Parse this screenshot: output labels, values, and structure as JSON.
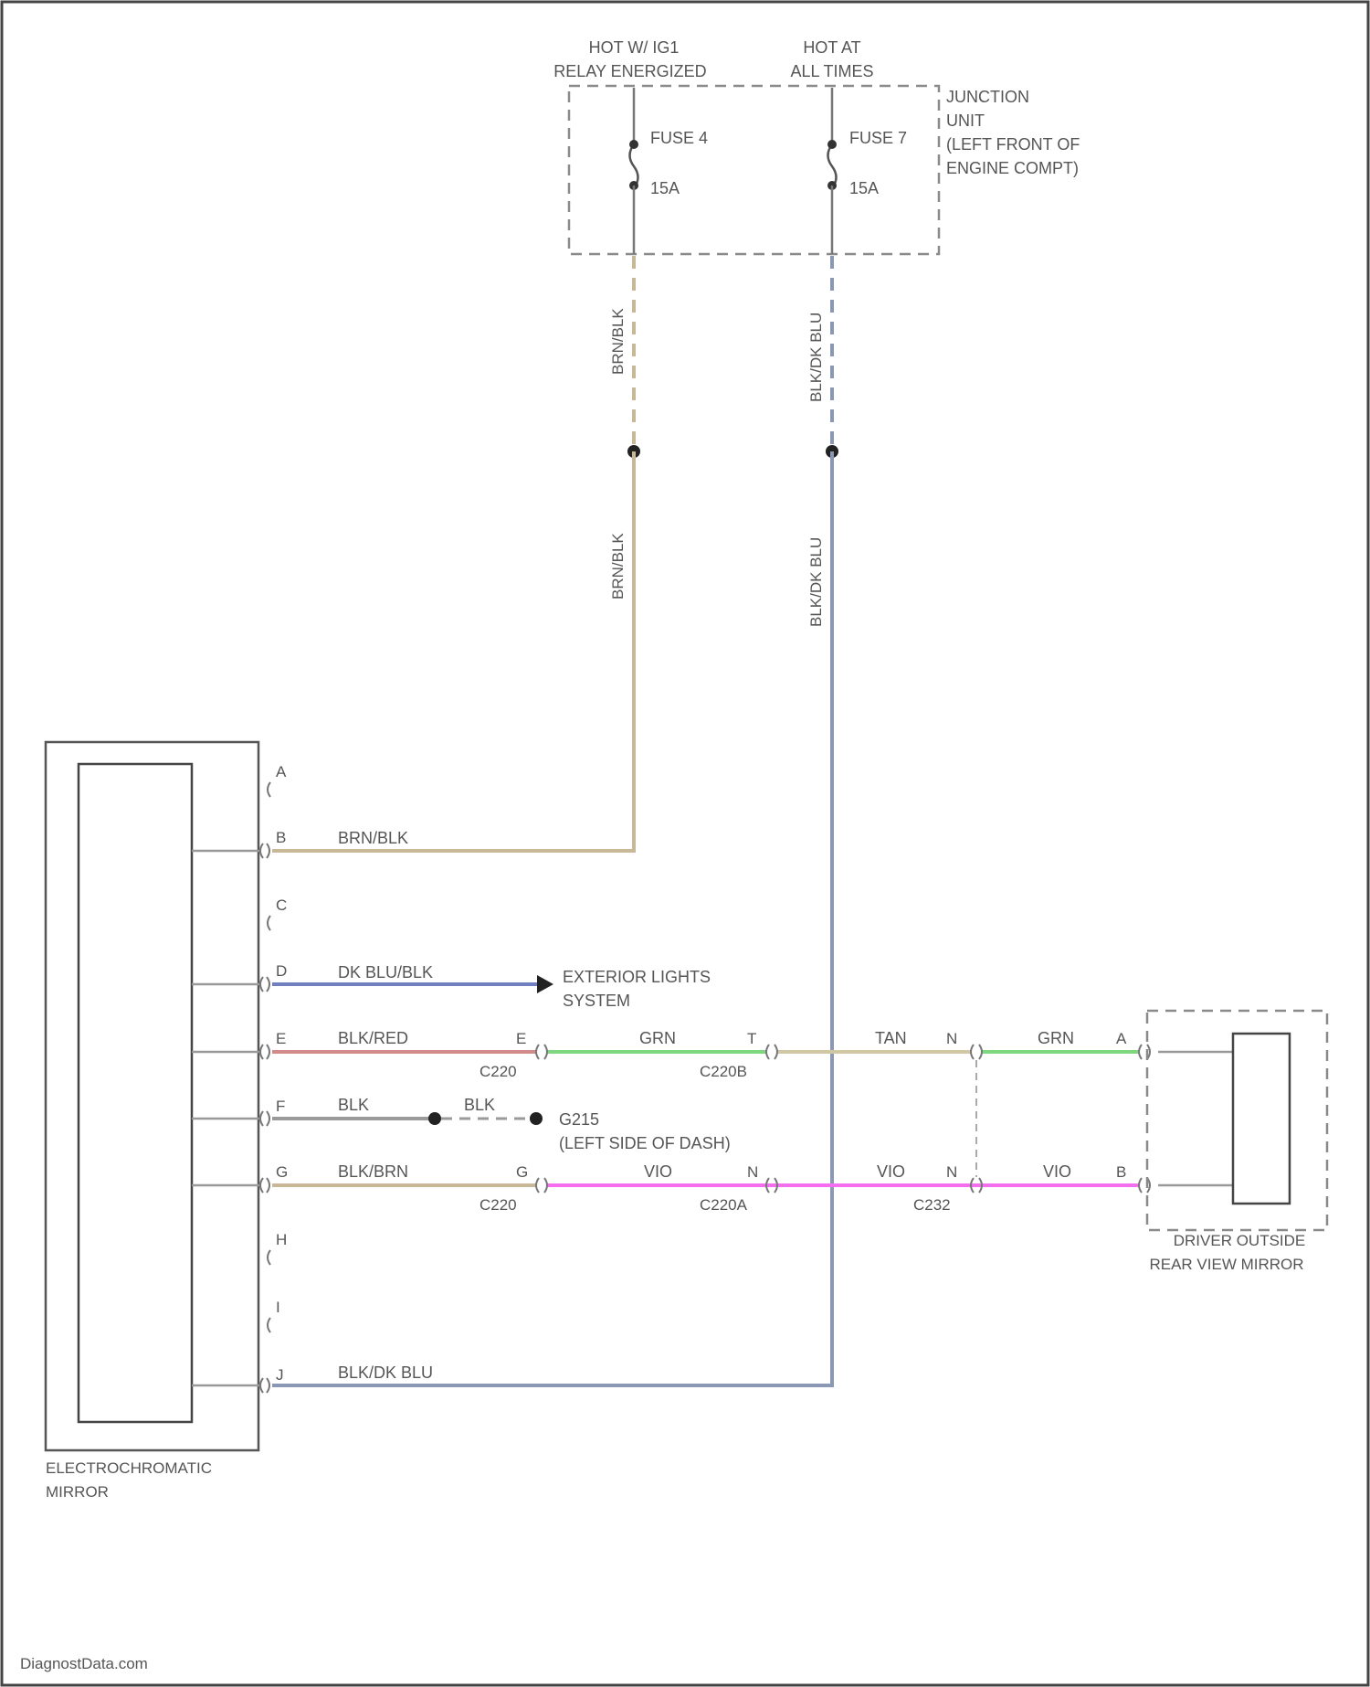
{
  "power": {
    "left_source_line1": "HOT W/ IG1",
    "left_source_line2": "RELAY ENERGIZED",
    "right_source_line1": "HOT AT",
    "right_source_line2": "ALL TIMES"
  },
  "junction_unit": {
    "line1": "JUNCTION",
    "line2": "UNIT",
    "line3": "(LEFT FRONT OF",
    "line4": "ENGINE COMPT)",
    "fuse_a_name": "FUSE 4",
    "fuse_a_rating": "15A",
    "fuse_b_name": "FUSE 7",
    "fuse_b_rating": "15A"
  },
  "wires": {
    "brn_blk": "BRN/BLK",
    "blk_dk_blu": "BLK/DK BLU",
    "dk_blu_blk": "DK BLU/BLK",
    "blk_red": "BLK/RED",
    "grn": "GRN",
    "tan": "TAN",
    "blk": "BLK",
    "blk_brn": "BLK/BRN",
    "vio": "VIO"
  },
  "pins": {
    "a": "A",
    "b": "B",
    "c": "C",
    "d": "D",
    "e": "E",
    "f": "F",
    "g": "G",
    "h": "H",
    "i": "I",
    "j": "J",
    "c201_e": "E",
    "c201_g": "G",
    "c202_e": "T",
    "c202_g": "N",
    "c203_e": "N",
    "c203_g": "N",
    "mirror_a": "A",
    "mirror_b": "B"
  },
  "connectors": {
    "c1": "C220",
    "c2": "C220B",
    "c3": "C220",
    "c4": "C220A",
    "c5": "C232"
  },
  "destinations": {
    "exterior_line1": "EXTERIOR LIGHTS",
    "exterior_line2": "SYSTEM",
    "ground_name": "G215",
    "ground_location": "(LEFT SIDE OF DASH)"
  },
  "components": {
    "ec_mirror_line1": "ELECTROCHROMATIC",
    "ec_mirror_line2": "MIRROR",
    "outside_mirror_line1": "DRIVER OUTSIDE",
    "outside_mirror_line2": "REAR VIEW MIRROR"
  },
  "footer": {
    "watermark": "DiagnostData.com"
  },
  "colors": {
    "brn_blk": "#c8b898",
    "blk_dk_blu": "#8a97b5",
    "dk_blu_blk": "#6f7fbf",
    "blk_red": "#d28a8a",
    "grn": "#7ed67e",
    "tan": "#d2c7a4",
    "vio": "#f56ef0",
    "blk": "#9a9a9a",
    "frame": "#444444"
  }
}
